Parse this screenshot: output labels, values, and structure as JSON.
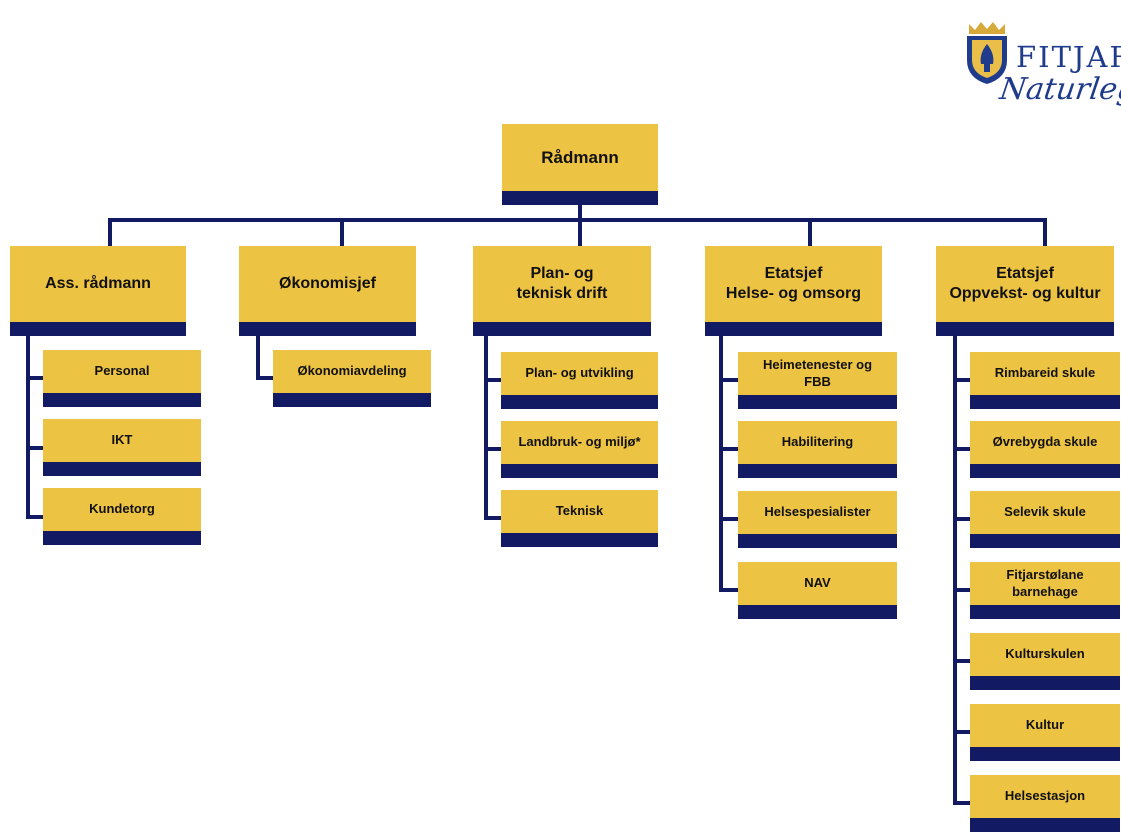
{
  "logo": {
    "brand": "FITJAR",
    "tagline": "Naturlegvis"
  },
  "colors": {
    "box_fill": "#edc343",
    "box_band": "#111a63",
    "connector": "#111a63",
    "logo_blue": "#1e3b8c"
  },
  "org": {
    "top": "Rådmann",
    "departments": [
      {
        "title": "Ass. rådmann",
        "units": [
          "Personal",
          "IKT",
          "Kundetorg"
        ]
      },
      {
        "title": "Økonomisjef",
        "units": [
          "Økonomiavdeling"
        ]
      },
      {
        "title": "Plan- og\nteknisk drift",
        "units": [
          "Plan- og utvikling",
          "Landbruk- og miljø*",
          "Teknisk"
        ]
      },
      {
        "title": "Etatsjef\nHelse- og omsorg",
        "units": [
          "Heimetenester og\nFBB",
          "Habilitering",
          "Helsespesialister",
          "NAV"
        ]
      },
      {
        "title": "Etatsjef\nOppvekst- og kultur",
        "units": [
          "Rimbareid skule",
          "Øvrebygda skule",
          "Selevik skule",
          "Fitjarstølane\nbarnehage",
          "Kulturskulen",
          "Kultur",
          "Helsestasjon"
        ]
      }
    ]
  }
}
